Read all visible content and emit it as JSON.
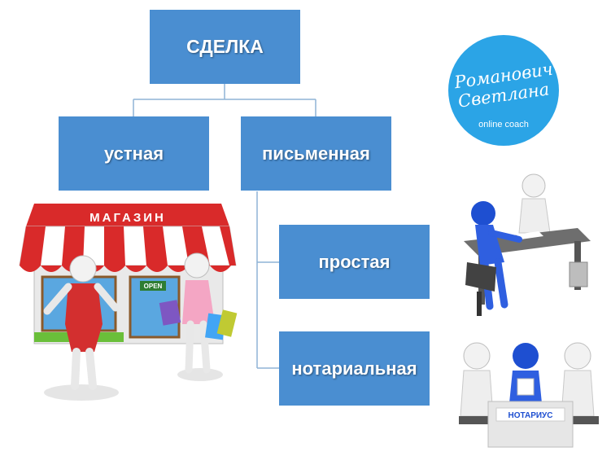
{
  "diagram": {
    "root": "СДЕЛКА",
    "oral": "устная",
    "written": "письменная",
    "simple": "простая",
    "notarial": "нотариальная"
  },
  "illustrations": {
    "store_sign": "МАГАЗИН",
    "open_sign": "OPEN",
    "notary_sign": "НОТАРИУС"
  },
  "logo": {
    "line1": "Романович",
    "line2": "Светлана",
    "tagline": "online coach"
  },
  "colors": {
    "box": "#4a8ed1",
    "connector": "#8fb3d6",
    "logo_bg": "#2ba4e6"
  }
}
